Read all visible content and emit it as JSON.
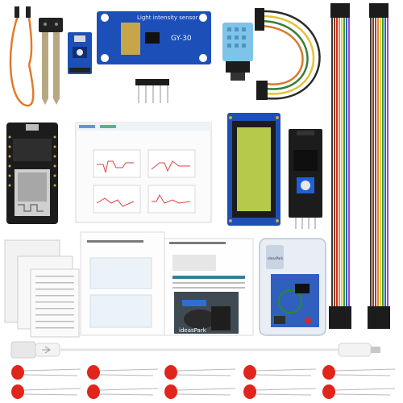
{
  "photo": {
    "light_sensor": {
      "silk_title": "Light intensity sensor",
      "silk_model": "GY-30"
    },
    "brand_label": "ideasPark",
    "case_label": "ideasPark"
  },
  "colors": {
    "pcb_blue": "#1c4fb8",
    "pcb_black": "#1c1c1c",
    "lcd_green": "#b7c94a",
    "led_red": "#e0251d",
    "wire_orange": "#e27a2b",
    "dht_blue": "#7ec3e8"
  }
}
